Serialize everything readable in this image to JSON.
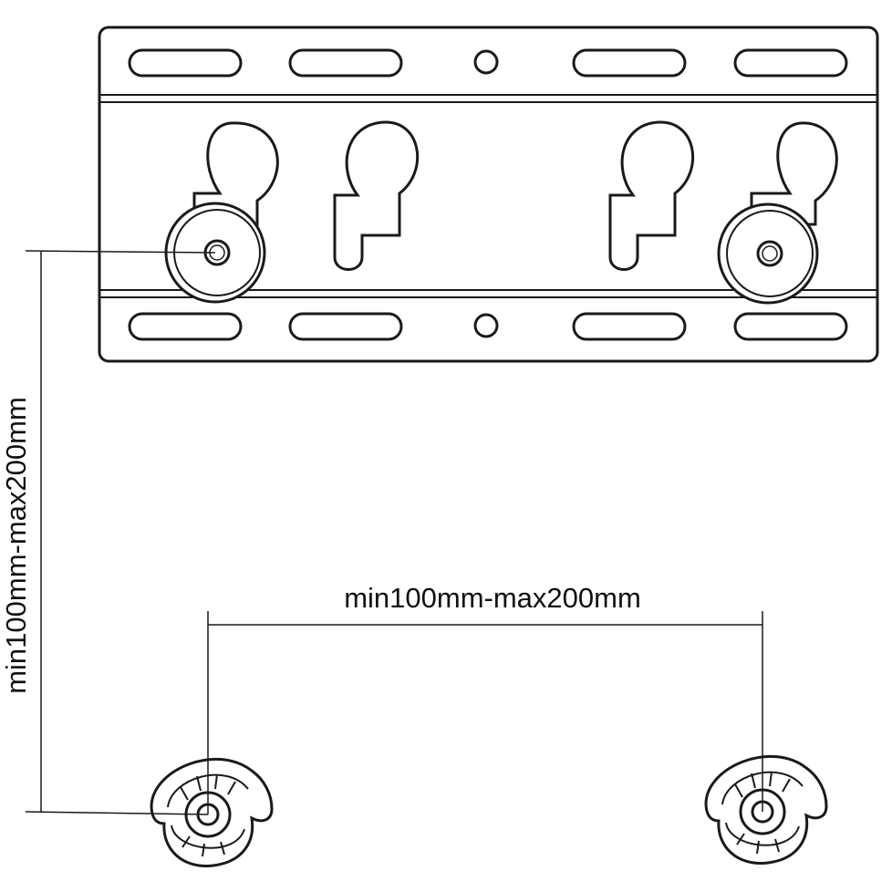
{
  "diagram": {
    "horizontal_dimension": {
      "label": "min100mm-max200mm"
    },
    "vertical_dimension": {
      "label": "min100mm-max200mm"
    },
    "parts": [
      {
        "name": "wall-bracket-plate"
      },
      {
        "name": "spacer-washer",
        "count": 2
      },
      {
        "name": "mounting-clip",
        "count": 2
      }
    ]
  }
}
